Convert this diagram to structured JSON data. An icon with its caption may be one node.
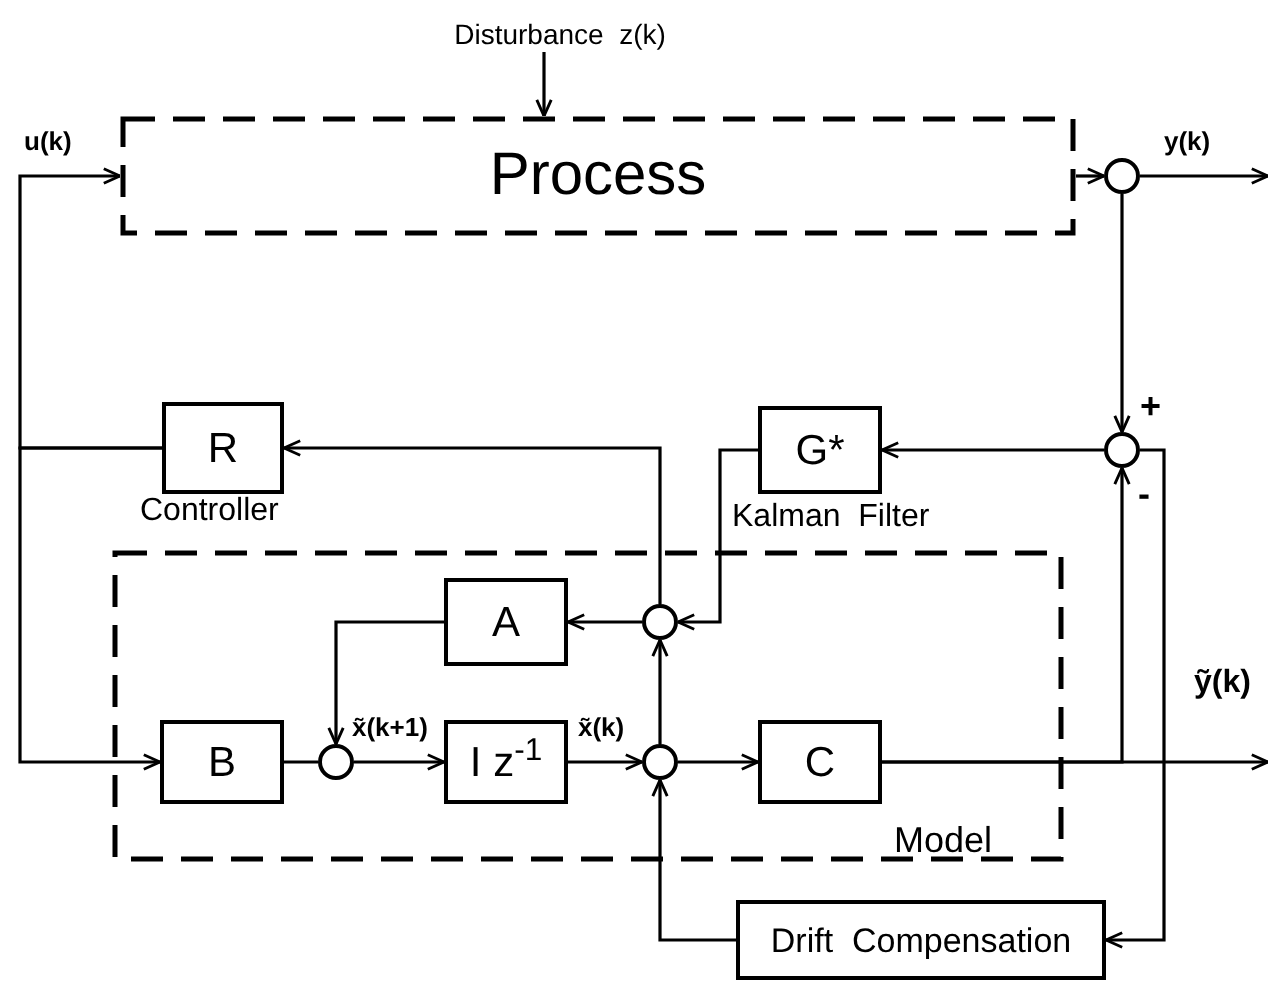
{
  "diagram": {
    "nodes": [
      {
        "text": [
          "Disturbance  z(k)"
        ]
      },
      {
        "text": [
          "Process"
        ]
      },
      {
        "text": [],
        "shape": "circle"
      },
      {
        "text": [
          "R"
        ],
        "beside": [
          "Controller"
        ]
      },
      {
        "text": [
          "G*"
        ],
        "beside": [
          "Kalman  Filter"
        ]
      },
      {
        "text": [],
        "shape": "circle"
      },
      {
        "text": [
          "Model"
        ]
      },
      {
        "text": [
          "A"
        ],
        "in": 6
      },
      {
        "text": [],
        "shape": "circle",
        "in": 6
      },
      {
        "text": [
          "B"
        ],
        "in": 6
      },
      {
        "text": [],
        "shape": "circle",
        "in": 6
      },
      {
        "text": [
          "I z$^{-1}$"
        ],
        "in": 6
      },
      {
        "text": [],
        "shape": "circle",
        "in": 6
      },
      {
        "text": [
          "C"
        ],
        "in": 6
      },
      {
        "text": [
          "Drift  Compensation"
        ]
      }
    ],
    "edges": [
      {
        "from": 0,
        "to": 1,
        "arrow": "to"
      },
      {
        "from": 3,
        "to": 1,
        "arrow": "to",
        "label": "u(k)"
      },
      {
        "from": 3,
        "to": 9,
        "arrow": "to"
      },
      {
        "from": 1,
        "to": 2,
        "arrow": "to"
      },
      {
        "from": 2,
        "to": null,
        "arrow": "to",
        "label": "y(k)"
      },
      {
        "from": 2,
        "to": 5,
        "arrow": "to",
        "label": "+"
      },
      {
        "from": 5,
        "to": 4,
        "arrow": "to"
      },
      {
        "from": 4,
        "to": 8,
        "arrow": "to"
      },
      {
        "from": 8,
        "to": 7,
        "arrow": "to"
      },
      {
        "from": 8,
        "to": 3,
        "arrow": "to"
      },
      {
        "from": 7,
        "to": 10,
        "arrow": "to"
      },
      {
        "from": 9,
        "to": 10,
        "arrow": "none"
      },
      {
        "from": 10,
        "to": 11,
        "arrow": "to",
        "label": "x̃(k+1)"
      },
      {
        "from": 11,
        "to": 12,
        "arrow": "to",
        "label": "x̃(k)"
      },
      {
        "from": 12,
        "to": 13,
        "arrow": "to"
      },
      {
        "from": 12,
        "to": 8,
        "arrow": "to"
      },
      {
        "from": 13,
        "to": null,
        "arrow": "to",
        "label": "ỹ(k)"
      },
      {
        "from": 13,
        "to": 5,
        "arrow": "to",
        "label": "-"
      },
      {
        "from": 5,
        "to": 14,
        "arrow": "to"
      },
      {
        "from": 14,
        "to": 12,
        "arrow": "to"
      }
    ]
  }
}
